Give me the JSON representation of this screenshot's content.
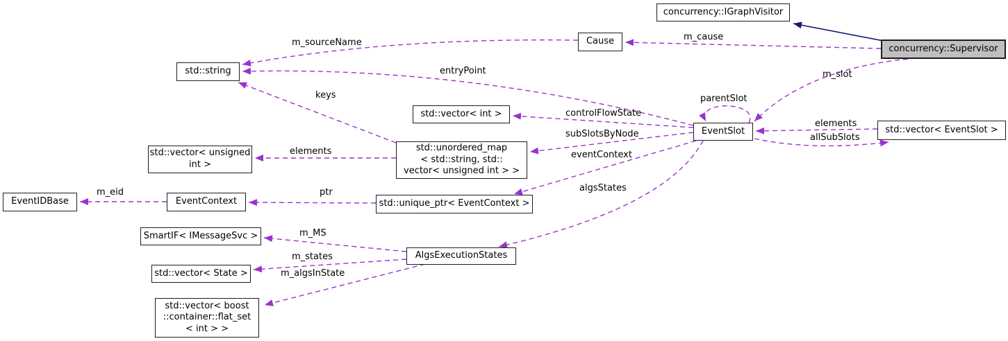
{
  "nodes": {
    "igraph_visitor": {
      "label": "concurrency::IGraphVisitor"
    },
    "supervisor": {
      "label": "concurrency::Supervisor"
    },
    "cause": {
      "label": "Cause"
    },
    "std_string": {
      "label": "std::string"
    },
    "vector_int": {
      "label": "std::vector< int >"
    },
    "event_slot": {
      "label": "EventSlot"
    },
    "vector_event_slot": {
      "label": "std::vector< EventSlot >"
    },
    "vector_unsigned_int": {
      "label": "std::vector< unsigned\nint >"
    },
    "unordered_map": {
      "label": "std::unordered_map\n< std::string, std::\nvector< unsigned int > >"
    },
    "event_id_base": {
      "label": "EventIDBase"
    },
    "event_context": {
      "label": "EventContext"
    },
    "unique_ptr_event_context": {
      "label": "std::unique_ptr< EventContext >"
    },
    "smartif_imessagesvc": {
      "label": "SmartIF< IMessageSvc >"
    },
    "algs_execution_states": {
      "label": "AlgsExecutionStates"
    },
    "vector_state": {
      "label": "std::vector< State >"
    },
    "vector_flat_set": {
      "label": "std::vector< boost\n::container::flat_set\n< int > >"
    }
  },
  "edge_labels": {
    "m_cause": "m_cause",
    "m_slot": "m_slot",
    "m_source_name": "m_sourceName",
    "entry_point": "entryPoint",
    "keys": "keys",
    "parent_slot": "parentSlot",
    "control_flow_state": "controlFlowState",
    "sub_slots_by_node": "subSlotsByNode",
    "elements_right": "elements",
    "all_sub_slots": "allSubSlots",
    "elements_left": "elements",
    "event_context": "eventContext",
    "algs_states": "algsStates",
    "ptr": "ptr",
    "m_eid": "m_eid",
    "m_ms": "m_MS",
    "m_states": "m_states",
    "m_algs_in_state": "m_algsInState"
  },
  "colors": {
    "usage_edge": "#9a32cd",
    "inheritance_edge": "#191970",
    "node_fill": "#ffffff",
    "node_border": "#1c1c1c",
    "selected_node_fill": "#bfbfbf"
  }
}
